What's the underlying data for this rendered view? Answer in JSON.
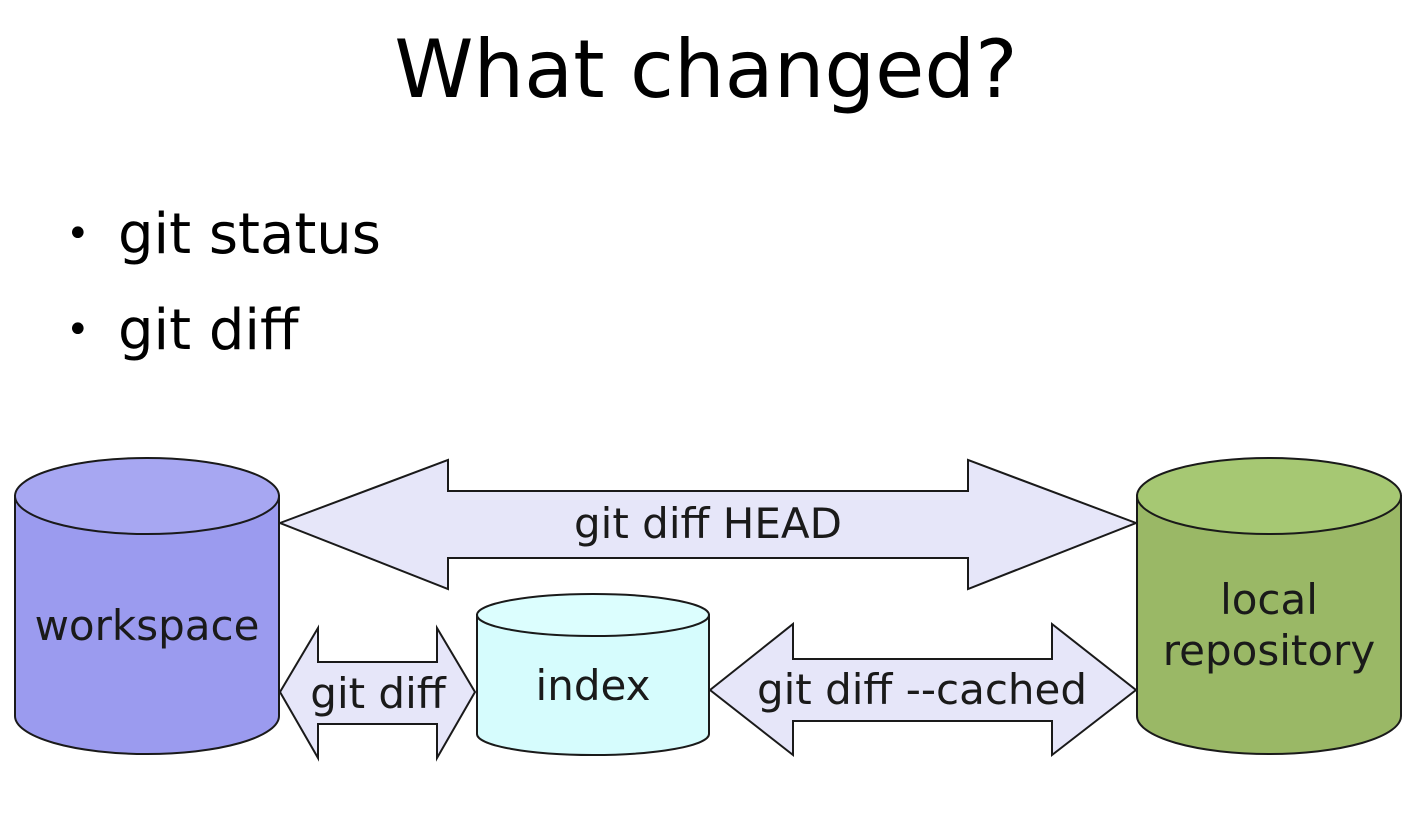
{
  "title": "What changed?",
  "bullets": [
    "git status",
    "git diff"
  ],
  "bullet_symbol": "•",
  "diagram": {
    "stores": {
      "workspace": {
        "label": "workspace",
        "fill": "#9b9bef",
        "top_fill": "#a7a7f2"
      },
      "index": {
        "label": "index",
        "fill": "#d6fcfd",
        "top_fill": "#dcfefe"
      },
      "repository": {
        "label_line1": "local",
        "label_line2": "repository",
        "fill": "#9ab866",
        "top_fill": "#a6c873"
      }
    },
    "arrows": {
      "head": {
        "label": "git diff HEAD"
      },
      "workspace_index": {
        "label": "git diff"
      },
      "cached": {
        "label": "git diff --cached"
      }
    },
    "arrow_fill": "#e6e6f9",
    "stroke": "#1a1a1a"
  }
}
